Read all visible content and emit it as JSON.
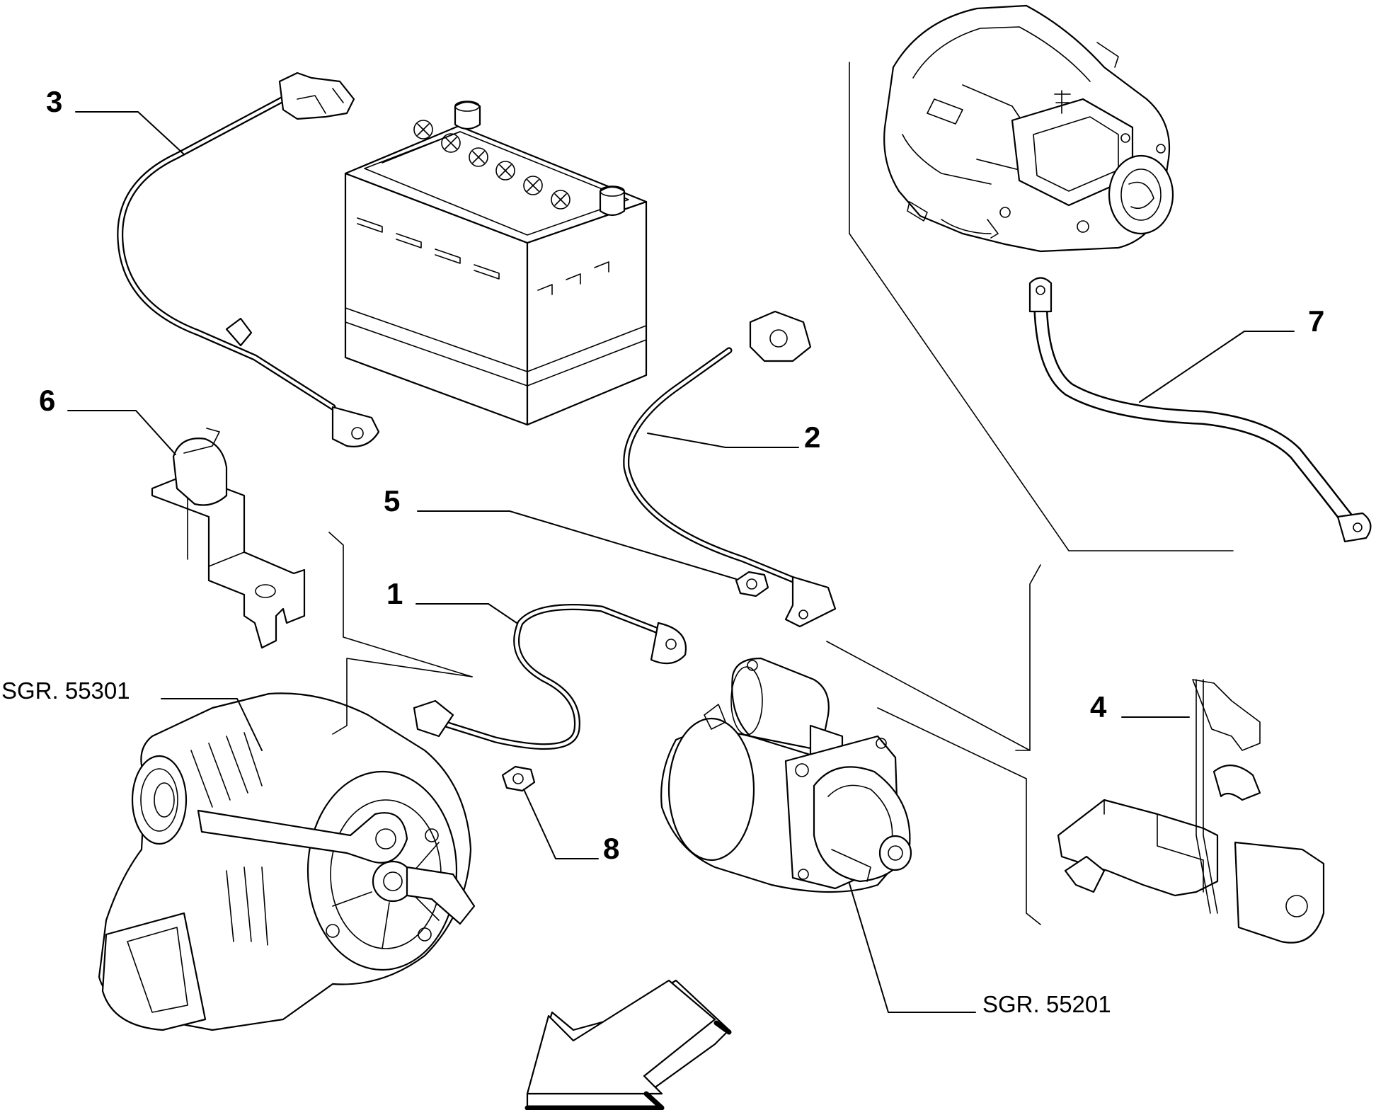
{
  "callouts": {
    "c1": "1",
    "c2": "2",
    "c3": "3",
    "c4": "4",
    "c5": "5",
    "c6": "6",
    "c7": "7",
    "c8": "8"
  },
  "references": {
    "alternator": "SGR. 55301",
    "starter": "SGR. 55201"
  },
  "icons": [
    "battery",
    "gearbox",
    "alternator",
    "starter-motor",
    "bracket",
    "relay-bracket",
    "nut",
    "ground-strap",
    "direction-arrow"
  ],
  "colors": {
    "ink": "#000000",
    "paper": "#ffffff"
  }
}
